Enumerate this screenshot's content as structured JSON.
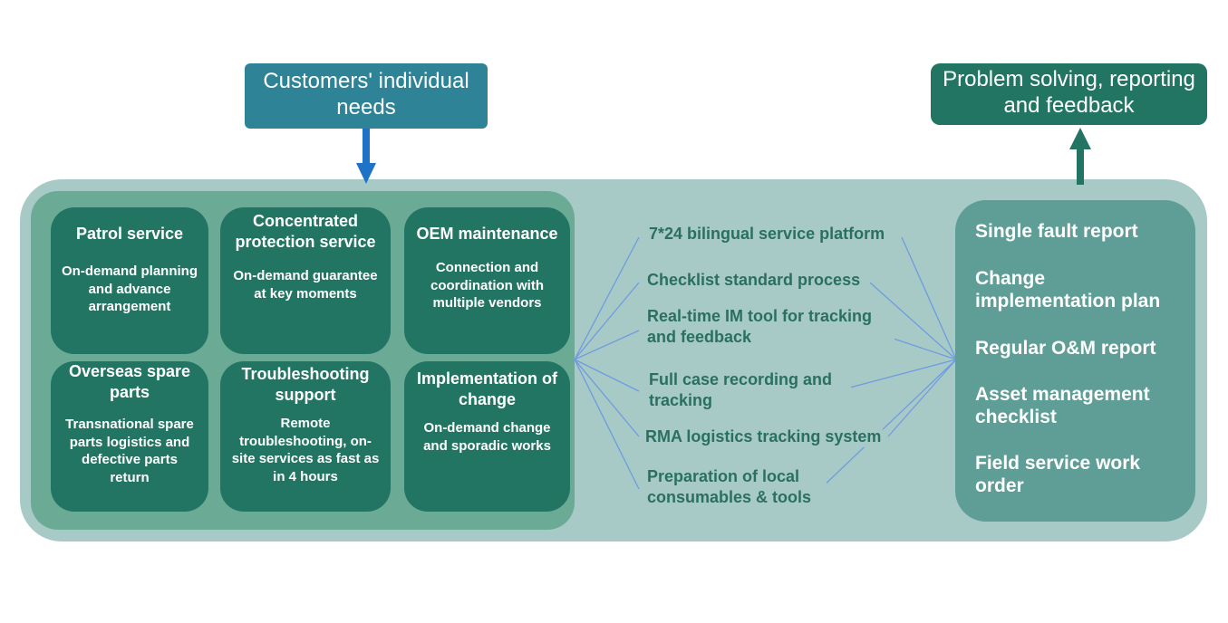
{
  "top": {
    "needs_label": "Customers' individual needs",
    "feedback_label": "Problem solving, reporting and feedback"
  },
  "services": [
    {
      "title": "Patrol service",
      "desc": "On-demand planning and advance arrangement"
    },
    {
      "title": "Concentrated protection service",
      "desc": "On-demand guarantee at key moments"
    },
    {
      "title": "OEM maintenance",
      "desc": "Connection and coordination with multiple vendors"
    },
    {
      "title": "Overseas spare parts",
      "desc": "Transnational spare parts logistics and defective parts return"
    },
    {
      "title": "Troubleshooting support",
      "desc": "Remote troubleshooting, on-site services as fast as in 4 hours"
    },
    {
      "title": "Implementation of change",
      "desc": "On-demand change and sporadic works"
    }
  ],
  "tools": [
    "7*24 bilingual service platform",
    "Checklist standard process",
    "Real-time IM tool for tracking and feedback",
    "Full case recording and tracking",
    "RMA logistics tracking system",
    "Preparation of local consumables & tools"
  ],
  "reports": [
    "Single fault report",
    "Change implementation plan",
    "Regular O&M report",
    "Asset management checklist",
    "Field service work order"
  ],
  "colors": {
    "outer_panel": "#a8cac7",
    "service_panel": "#6bab96",
    "service_card": "#237563",
    "needs_box": "#2e8396",
    "feedback_box": "#237563",
    "report_panel": "#5f9e96",
    "down_arrow": "#1f73c6",
    "up_arrow": "#237563",
    "connector_lines": "#6f9be0",
    "tool_text": "#2a7062"
  }
}
